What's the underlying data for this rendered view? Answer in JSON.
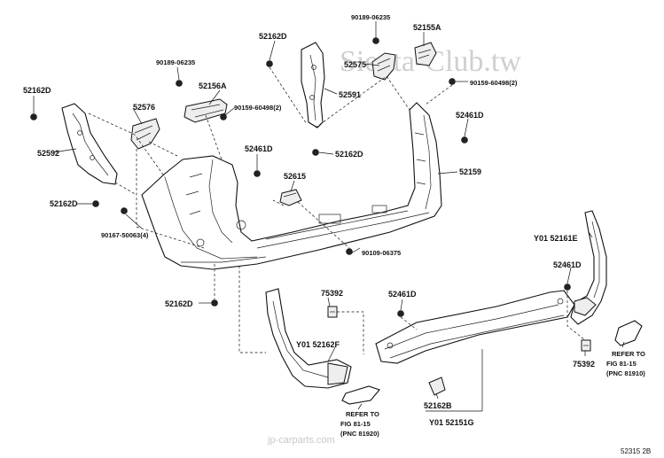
{
  "watermark": "Sienta-Club.tw",
  "watermark_bottom": "jp-carparts.com",
  "diagram_code": "52315 2B",
  "labels": {
    "p52162D_tl": "52162D",
    "p52592": "52592",
    "p52576": "52576",
    "p90189_a": "90189-06235",
    "p52156A": "52156A",
    "p90159_a": "90159-60498(2)",
    "p52162D_top": "52162D",
    "p52575": "52575",
    "p90189_b": "90189-06235",
    "p52155A": "52155A",
    "p90159_b": "90159-60498(2)",
    "p52591": "52591",
    "p52461D_a": "52461D",
    "p52162D_mid": "52162D",
    "p52461D_b": "52461D",
    "p52615": "52615",
    "p52159": "52159",
    "p52162D_left": "52162D",
    "p90167": "90167-50063(4)",
    "p90109": "90109-06375",
    "p52162D_bot": "52162D",
    "p75392_a": "75392",
    "p52461D_c": "52461D",
    "p52161E": "Y01 52161E",
    "p52461D_d": "52461D",
    "p52162F": "Y01 52162F",
    "p52162B": "52162B",
    "p52151G": "Y01 52151G",
    "p75392_b": "75392",
    "ref_right_1": "REFER TO",
    "ref_right_2": "FIG 81-15",
    "ref_right_3": "(PNC 81910)",
    "ref_left_1": "REFER TO",
    "ref_left_2": "FIG 81-15",
    "ref_left_3": "(PNC 81920)"
  },
  "icons": [
    "bolt-icon",
    "clip-icon",
    "retainer-icon",
    "screw-icon"
  ],
  "colors": {
    "line": "#111111",
    "watermark": "#cfcfcf",
    "background": "#ffffff"
  }
}
